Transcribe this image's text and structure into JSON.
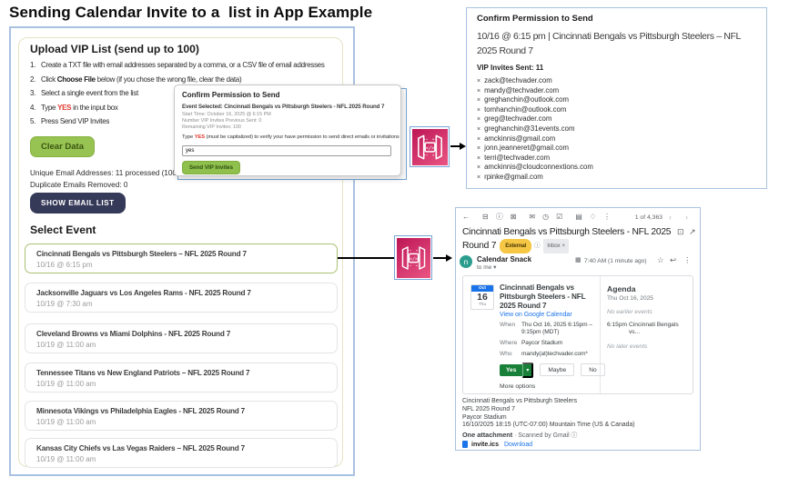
{
  "title": "Sending Calendar Invite to a  list in App Example",
  "icons": {
    "remove": "×",
    "back": "←",
    "archive": "⊟",
    "report": "ⓘ",
    "trash": "⊠",
    "unread": "✉",
    "snooze": "◷",
    "tasks": "☑",
    "folder": "▤",
    "label": "♢",
    "more": "⋮",
    "prev": "‹",
    "next": "›",
    "print": "⊡",
    "open_new": "↗",
    "star": "☆",
    "reply": "↩",
    "dropdown": "▾",
    "event": "▦",
    "info": "ⓘ"
  },
  "colors": {
    "panel_border": "#a9c2e0",
    "green_button": "#97c353",
    "navy_button": "#363a59",
    "alert_red": "#e03a2f",
    "api_icon_pink": "#d8336f",
    "link_blue": "#1a73e8",
    "rsvp_green": "#188038",
    "external_badge": "#f6c744"
  },
  "upload_panel": {
    "heading": "Upload VIP List (send up to 100)",
    "instructions": [
      {
        "num": "1.",
        "before": "Create a TXT file with email addresses separated by a comma, or a CSV file of email addresses",
        "em": "",
        "after": ""
      },
      {
        "num": "2.",
        "before": "Click ",
        "em": "Choose File",
        "after": " below (if you chose the wrong file, clear the data)"
      },
      {
        "num": "3.",
        "before": "Select a single event from the list",
        "em": "",
        "after": ""
      },
      {
        "num": "4.",
        "before": "Type ",
        "em": "YES",
        "after": " in the input box"
      },
      {
        "num": "5.",
        "before": "Press Send VIP Invites",
        "em": "",
        "after": ""
      }
    ],
    "clear_button": "Clear Data",
    "unique_line": "Unique Email Addresses: 11 processed (100 max)",
    "duplicate_line": "Duplicate Emails Removed: 0",
    "show_list_button": "SHOW EMAIL LIST",
    "select_heading": "Select Event",
    "events": [
      {
        "title": "Cincinnati Bengals vs Pittsburgh Steelers – NFL 2025 Round 7",
        "time": "10/16 @ 6:15 pm"
      },
      {
        "title": "Jacksonville Jaguars vs Los Angeles Rams - NFL 2025 Round 7",
        "time": "10/19 @ 7:30 am"
      },
      {
        "title": "Cleveland Browns vs Miami Dolphins - NFL 2025 Round 7",
        "time": "10/19 @ 11:00 am"
      },
      {
        "title": "Tennessee Titans vs New England Patriots – NFL 2025 Round 7",
        "time": "10/19 @ 11:00 am"
      },
      {
        "title": "Minnesota Vikings vs Philadelphia Eagles - NFL 2025 Round 7",
        "time": "10/19 @ 11:00 am"
      },
      {
        "title": "Kansas City Chiefs vs Las Vegas Raiders – NFL 2025 Round 7",
        "time": "10/19 @ 11:00 am"
      }
    ]
  },
  "dialog": {
    "title": "Confirm Permission to Send",
    "event_selected": "Event Selected: Cincinnati Bengals vs Pittsburgh Steelers - NFL 2025 Round 7",
    "start_time": "Start Time: October 16, 2025 @ 6:15 PM",
    "previous_sent": "Number VIP Invites Previous Sent: 0",
    "remaining": "Remaining VIP Invites: 100",
    "prompt_before": "Type ",
    "prompt_em": "YES",
    "prompt_after": " (must be capitalized) to verify your have permission to send direct emails or invitations",
    "input_value": "yes",
    "send_button": "Send VIP Invites"
  },
  "confirm_panel": {
    "title": "Confirm Permission to Send",
    "event_line": "10/16 @ 6:15 pm | Cincinnati Bengals vs Pittsburgh Steelers – NFL 2025 Round 7",
    "sent_count": "VIP Invites Sent: 11",
    "emails": [
      "zack@techvader.com",
      "mandy@techvader.com",
      "greghanchin@outlook.com",
      "tomhanchin@outlook.com",
      "greg@techvader.com",
      "greghanchin@31events.com",
      "amckinnis@gmail.com",
      "jonn.jeanneret@gmail.com",
      "terri@techvader.com",
      "amckinnis@cloudconnextions.com",
      "rpinke@gmail.com"
    ]
  },
  "gmail": {
    "pagination": "1 of 4,363",
    "subject": "Cincinnati Bengals vs Pittsburgh Steelers - NFL 2025 Round 7",
    "external_badge": "External",
    "inbox_label": "Inbox",
    "sender_name": "Calendar Snack",
    "avatar_letter": "n",
    "to_line": "to me",
    "timestamp": "7:40 AM (1 minute ago)",
    "invite": {
      "month": "Oct",
      "day": "16",
      "weekday": "Thu",
      "title": "Cincinnati Bengals vs Pittsburgh Steelers - NFL 2025 Round 7",
      "calendar_link": "View on Google Calendar",
      "when_label": "When",
      "when_value": "Thu Oct 16, 2025 6:15pm – 9:15pm (MDT)",
      "where_label": "Where",
      "where_value": "Paycor Stadium",
      "who_label": "Who",
      "who_value": "mandy(at)techvader.com*",
      "yes": "Yes",
      "maybe": "Maybe",
      "no": "No",
      "more_options": "More options"
    },
    "agenda": {
      "title": "Agenda",
      "date": "Thu Oct 16, 2025",
      "no_earlier": "No earlier events",
      "time": "6:15pm",
      "event": "Cincinnati Bengals vs...",
      "no_later": "No later events"
    },
    "body_lines": [
      "Cincinnati Bengals vs Pittsburgh Steelers",
      "NFL 2025 Round 7",
      "Paycor Stadium",
      "16/10/2025 18:15 (UTC-07:00) Mountain Time (US & Canada)"
    ],
    "attachment": {
      "count": "One attachment",
      "dot": "·",
      "scanned": "Scanned by Gmail",
      "file": "invite.ics",
      "download": "Download"
    }
  }
}
